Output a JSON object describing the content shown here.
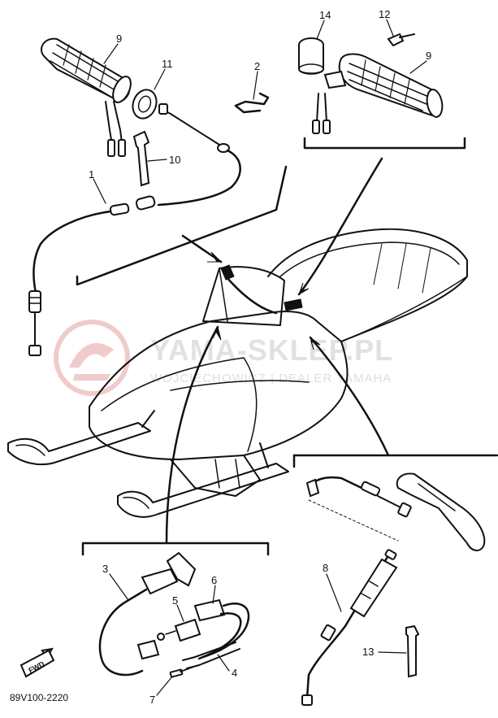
{
  "diagram": {
    "callouts": {
      "c1": "1",
      "c2": "2",
      "c3": "3",
      "c4": "4",
      "c5": "5",
      "c6": "6",
      "c7": "7",
      "c8": "8",
      "c9a": "9",
      "c9b": "9",
      "c10": "10",
      "c11": "11",
      "c12": "12",
      "c13": "13",
      "c14": "14"
    },
    "fwd_label": "FWD",
    "diagram_code": "89V100-2220"
  },
  "watermark": {
    "main": "YAMA-SKLEP.PL",
    "sub": "WOJCIECHOWICZ | DEALER YAMAHA",
    "color": "#e8a0a0"
  }
}
